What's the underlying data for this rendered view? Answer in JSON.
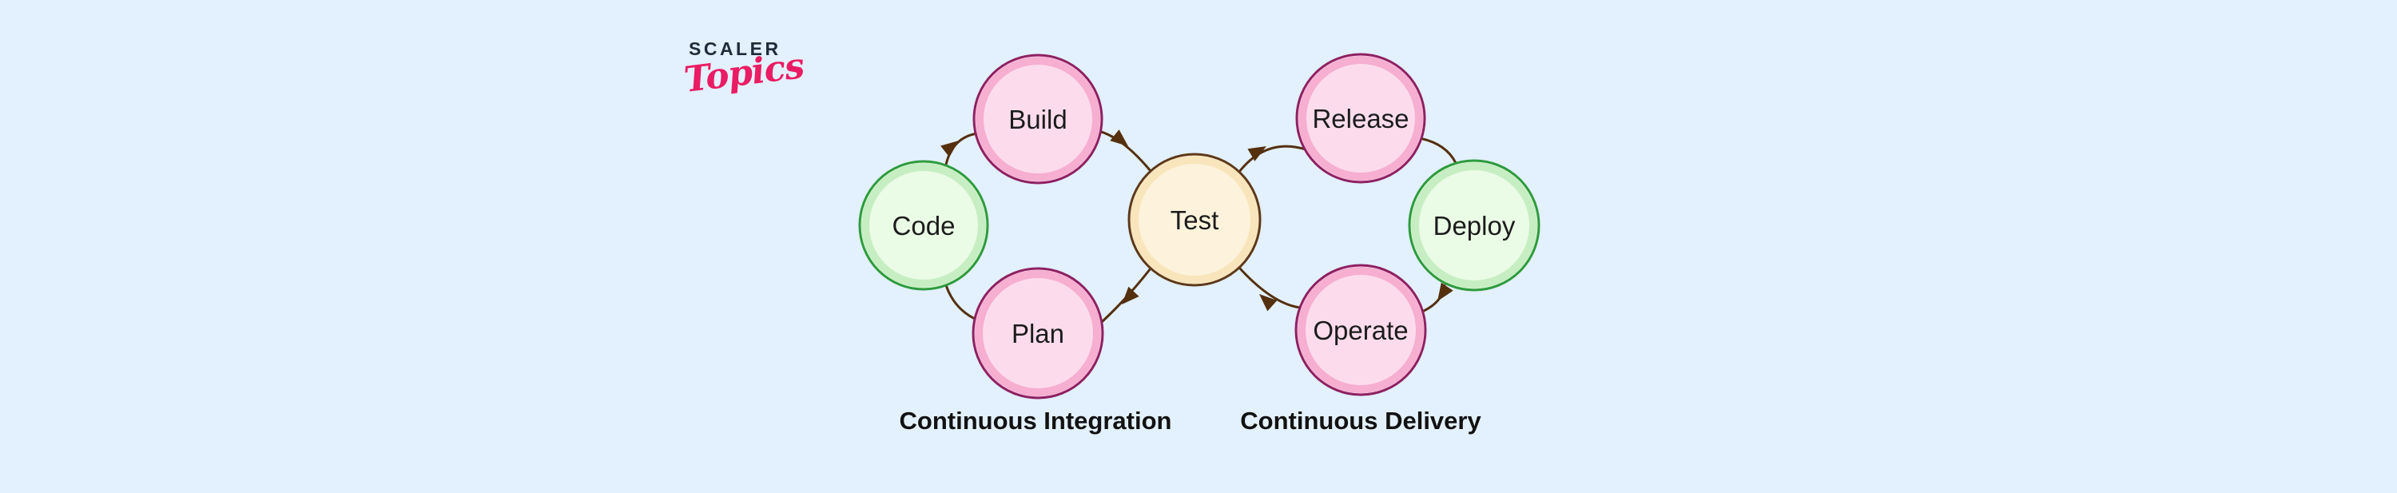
{
  "logo": {
    "brand": "SCALER",
    "script": "Topics",
    "brand_color": "#202b39",
    "script_color": "#ea1c63"
  },
  "diagram": {
    "nodes": [
      {
        "label": "Code",
        "role": "green"
      },
      {
        "label": "Build",
        "role": "pink"
      },
      {
        "label": "Plan",
        "role": "pink"
      },
      {
        "label": "Test",
        "role": "cream"
      },
      {
        "label": "Release",
        "role": "pink"
      },
      {
        "label": "Operate",
        "role": "pink"
      },
      {
        "label": "Deploy",
        "role": "green"
      }
    ],
    "edges": [
      {
        "from": "Code",
        "to": "Build",
        "arrow": true
      },
      {
        "from": "Build",
        "to": "Test",
        "arrow": true
      },
      {
        "from": "Test",
        "to": "Plan",
        "arrow": true
      },
      {
        "from": "Plan",
        "to": "Code",
        "arrow": false
      },
      {
        "from": "Test",
        "to": "Release",
        "arrow": true
      },
      {
        "from": "Release",
        "to": "Deploy",
        "arrow": false
      },
      {
        "from": "Deploy",
        "to": "Operate",
        "arrow": true
      },
      {
        "from": "Operate",
        "to": "Test",
        "arrow": true
      }
    ],
    "captions": [
      {
        "label": "Continuous Integration"
      },
      {
        "label": "Continuous Delivery"
      }
    ],
    "palette": {
      "background": "#e3f0fd",
      "pink_fill": "#fcdcec",
      "pink_ring": "#f6aed1",
      "pink_stroke": "#8e2162",
      "green_fill": "#eafbe6",
      "green_ring": "#c6eec2",
      "green_stroke": "#2e9b3d",
      "cream_fill": "#fdf3dc",
      "cream_ring": "#f8e5bb",
      "cream_stroke": "#5d3a1a",
      "arrow": "#54300f",
      "node_text": "#1c1c1c"
    }
  }
}
